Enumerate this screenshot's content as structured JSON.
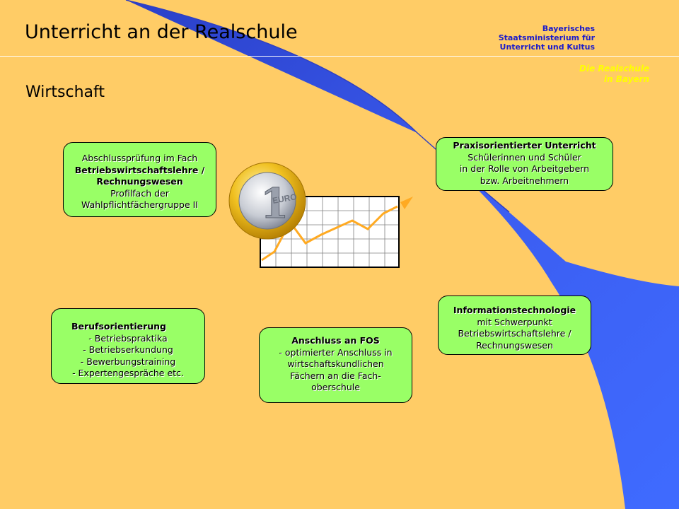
{
  "header": {
    "title": "Unterricht an der Realschule",
    "ministry_lines": [
      "Bayerisches",
      "Staatsministerium für",
      "Unterricht und Kultus"
    ],
    "tagline_lines": [
      "Die Realschule",
      "in Bayern"
    ]
  },
  "subtitle": "Wirtschaft",
  "boxes": {
    "abschluss": {
      "lines": [
        "Abschlussprüfung im Fach",
        "Betriebswirtschaftslehre /",
        "Rechnungswesen",
        "Profilfach der",
        "Wahlpflichtfächergruppe II"
      ]
    },
    "praxis": {
      "lines": [
        "Praxisorientierter Unterricht",
        "Schülerinnen und Schüler",
        "in der Rolle von Arbeitgebern",
        "bzw. Arbeitnehmern"
      ]
    },
    "beruf": {
      "lines": [
        "Berufsorientierung",
        "- Betriebspraktika",
        "- Betriebserkundung",
        "- Bewerbungstraining",
        "- Expertengespräche etc."
      ]
    },
    "fos": {
      "lines": [
        "Anschluss an FOS",
        "- optimierter Anschluss in",
        "wirtschaftskundlichen",
        "Fächern an die Fach-",
        "oberschule"
      ]
    },
    "it": {
      "lines": [
        "Informationstechnologie",
        "mit Schwerpunkt",
        "Betriebswirtschaftslehre /",
        "Rechnungswesen"
      ]
    }
  },
  "illustration": {
    "coin_text": "EURO",
    "coin_digit": "1",
    "icon": "euro-coin-with-rising-chart"
  },
  "colors": {
    "background": "#ffcc66",
    "box_fill": "#99ff66",
    "ministry_text": "#1a1acc",
    "tagline_text": "#ffff00",
    "swoosh": "#3355ee",
    "chart_line": "#ffaa22"
  }
}
